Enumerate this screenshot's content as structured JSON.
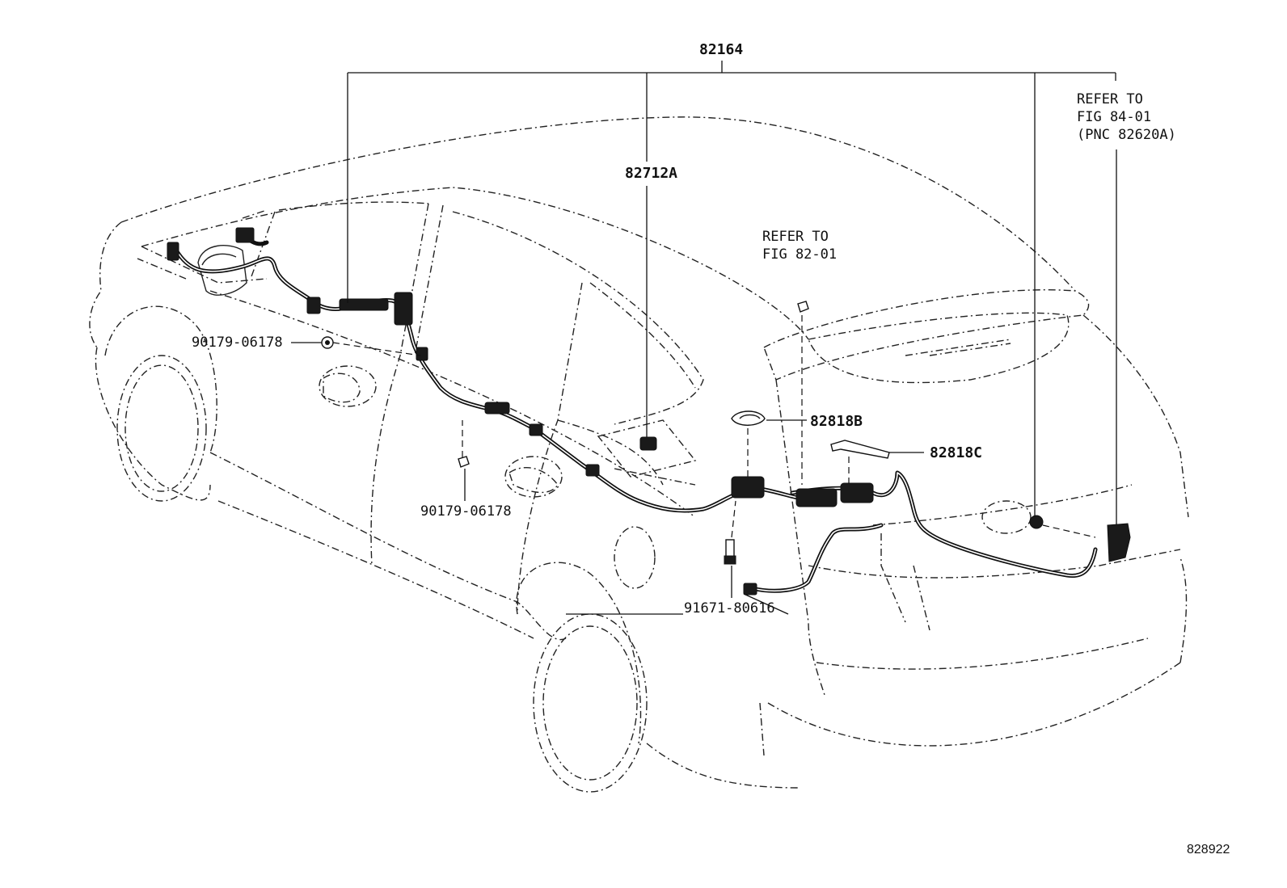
{
  "labels": {
    "harness_main": "82164",
    "harness_sub": "82712A",
    "clip_upper": "90179-06178",
    "clip_lower": "90179-06178",
    "bolt": "91671-80616",
    "bracket_b": "82818B",
    "bracket_c": "82818C",
    "refer_82_line1": "REFER TO",
    "refer_82_line2": "FIG 82-01",
    "refer_84_line1": "REFER TO",
    "refer_84_line2": "FIG 84-01",
    "refer_84_line3": "(PNC 82620A)"
  },
  "diagram_id": "828922"
}
